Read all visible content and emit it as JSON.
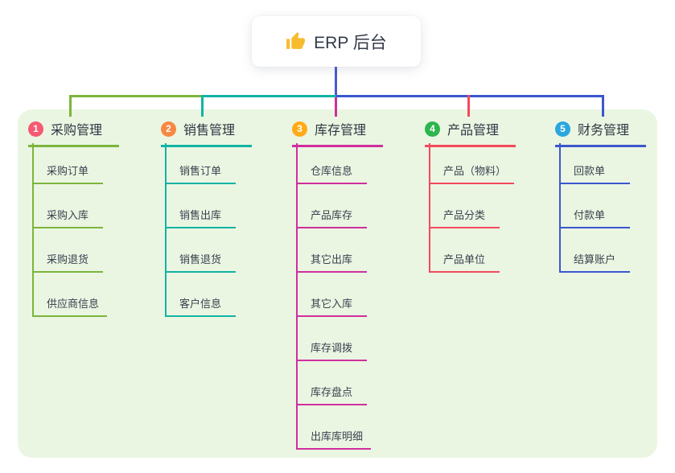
{
  "root": {
    "label": "ERP 后台",
    "icon": "thumbs-up-icon"
  },
  "colors": {
    "canvas_bg": "#ffffff",
    "panel_bg": "#eaf6e2",
    "root_card_bg": "#ffffff",
    "root_text": "#333a49",
    "root_line": "#4a5bd1",
    "header_text": "#2f3644",
    "item_text": "#3a414f",
    "badge_text": "#ffffff",
    "thumb_icon": "#f7bc2d"
  },
  "branches": [
    {
      "badge": "1",
      "title": "采购管理",
      "line_color": "#7cb53c",
      "badge_color": "#f65972",
      "items": [
        "采购订单",
        "采购入库",
        "采购退货",
        "供应商信息"
      ]
    },
    {
      "badge": "2",
      "title": "销售管理",
      "line_color": "#12b3a4",
      "badge_color": "#f98744",
      "items": [
        "销售订单",
        "销售出库",
        "销售退货",
        "客户信息"
      ]
    },
    {
      "badge": "3",
      "title": "库存管理",
      "line_color": "#d02f9d",
      "badge_color": "#ffab17",
      "items": [
        "仓库信息",
        "产品库存",
        "其它出库",
        "其它入库",
        "库存调拨",
        "库存盘点",
        "出库库明细"
      ]
    },
    {
      "badge": "4",
      "title": "产品管理",
      "line_color": "#f4495c",
      "badge_color": "#2db54e",
      "items": [
        "产品（物料）",
        "产品分类",
        "产品单位"
      ]
    },
    {
      "badge": "5",
      "title": "财务管理",
      "line_color": "#3a57cf",
      "badge_color": "#2ba6df",
      "items": [
        "回款单",
        "付款单",
        "结算账户"
      ]
    }
  ]
}
